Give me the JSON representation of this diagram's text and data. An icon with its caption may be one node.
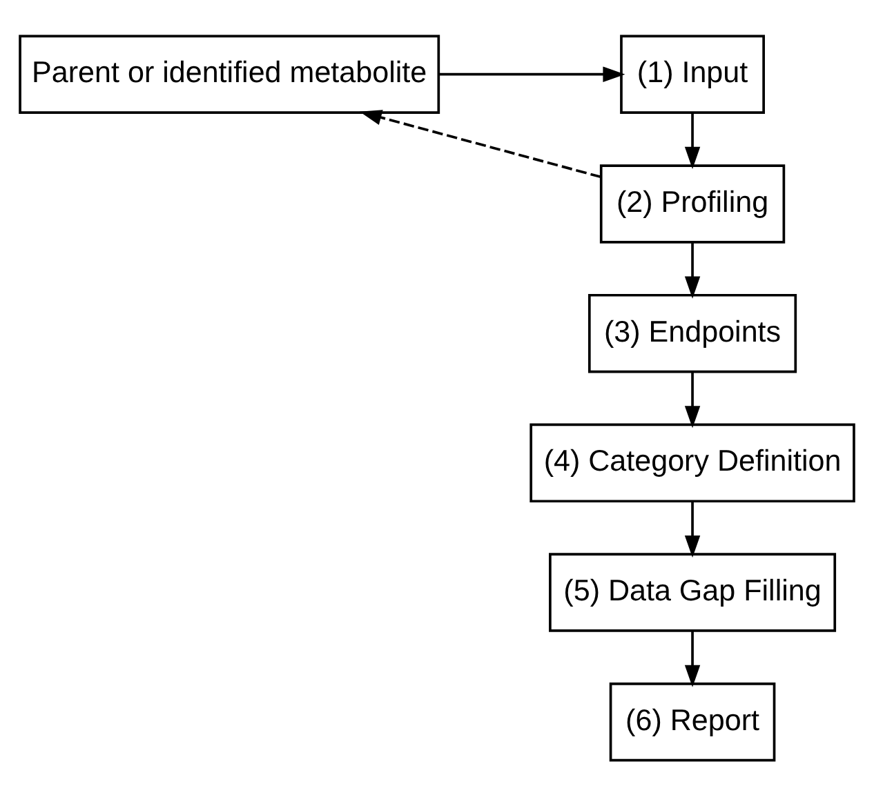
{
  "diagram": {
    "nodes": [
      {
        "text": [
          "(1) Input"
        ]
      },
      {
        "text": [
          "Parent or identified metabolite"
        ]
      },
      {
        "text": [
          "(2) Profiling"
        ]
      },
      {
        "text": [
          "(3) Endpoints"
        ]
      },
      {
        "text": [
          "(4) Category Definition"
        ]
      },
      {
        "text": [
          "(5) Data Gap Filling"
        ]
      },
      {
        "text": [
          "(6) Report"
        ]
      }
    ],
    "edges": [
      {
        "from": 1,
        "to": 0,
        "arrow": "to"
      },
      {
        "from": 0,
        "to": 2,
        "arrow": "to"
      },
      {
        "from": 2,
        "to": 1,
        "arrow": "to",
        "style": "dashed"
      },
      {
        "from": 2,
        "to": 3,
        "arrow": "to"
      },
      {
        "from": 3,
        "to": 4,
        "arrow": "to"
      },
      {
        "from": 4,
        "to": 5,
        "arrow": "to"
      },
      {
        "from": 5,
        "to": 6,
        "arrow": "to"
      }
    ]
  }
}
